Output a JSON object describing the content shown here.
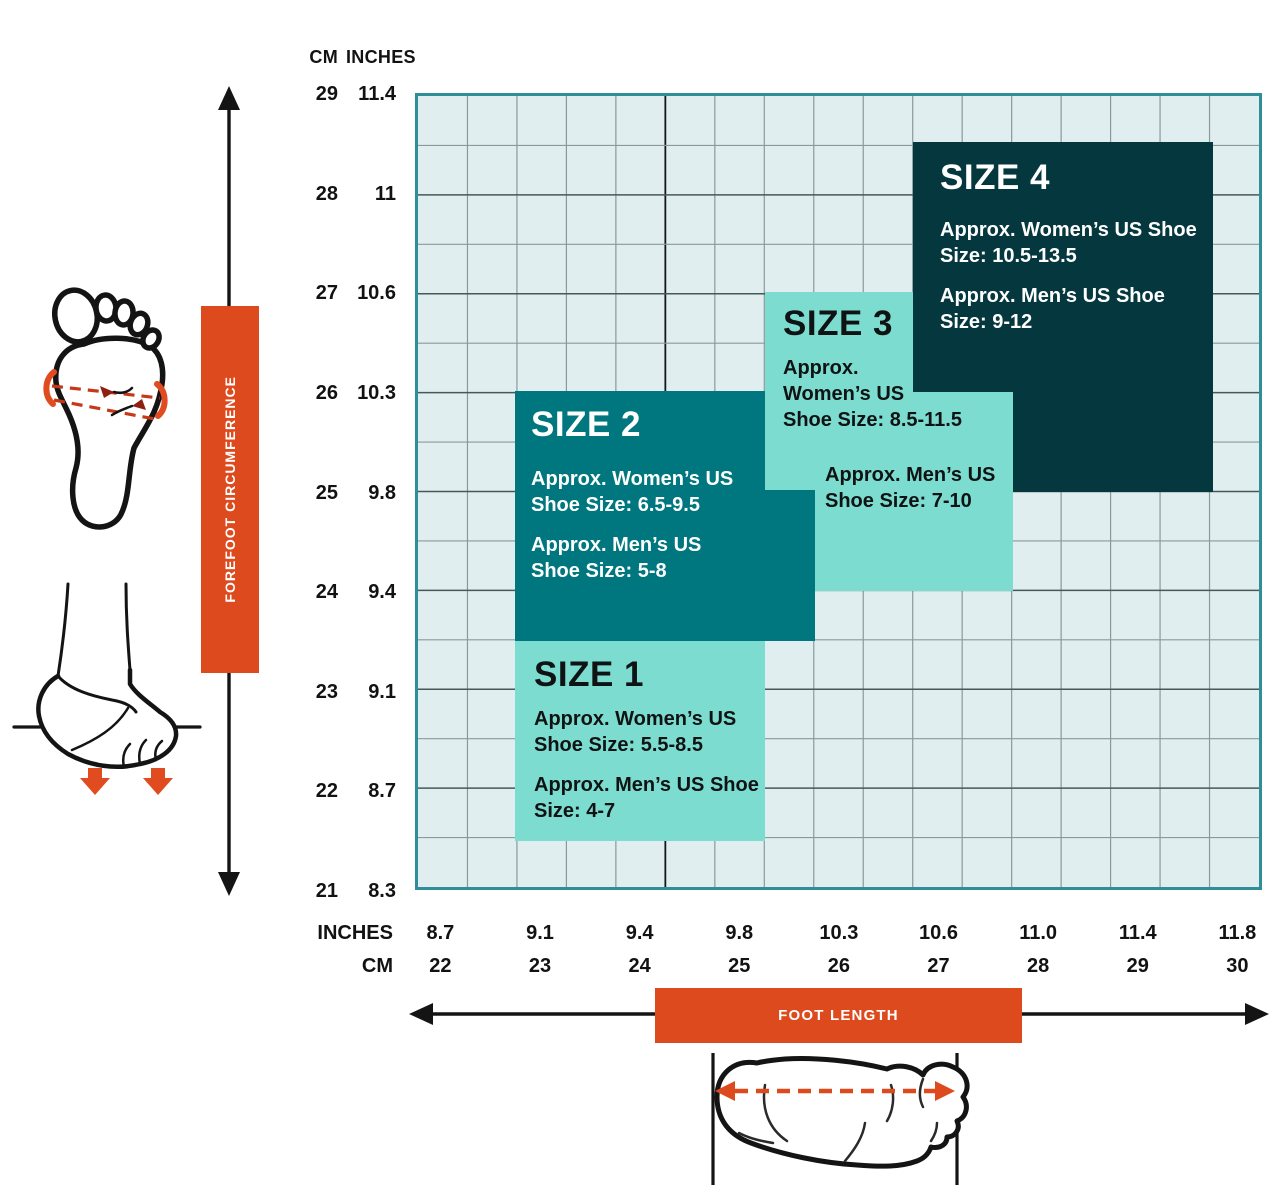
{
  "palette": {
    "accent_orange": "#dd4a1e",
    "zone_light_teal": "#7cdccf",
    "zone_medium_teal": "#00777f",
    "zone_dark_teal": "#05383e",
    "grid_background": "#e0eeef",
    "grid_border_teal": "#2e8e99",
    "gridline_minor": "#8a999b",
    "gridline_major": "#46585a"
  },
  "top_header": {
    "cm": "CM",
    "inches": "INCHES"
  },
  "x_axis_headers": {
    "inches": "INCHES",
    "cm": "CM"
  },
  "labels": {
    "left_axis": "FOREFOOT CIRCUMFERENCE",
    "bottom_axis": "FOOT LENGTH"
  },
  "chart_data": {
    "type": "heatmap",
    "xlabel": "FOOT LENGTH",
    "ylabel": "FOREFOOT CIRCUMFERENCE",
    "x_range_cm": [
      21.75,
      30.25
    ],
    "y_range_cm": [
      21,
      29
    ],
    "grid_step_cm": 0.5,
    "legend_position": "none",
    "grid": "on",
    "y_ticks": [
      {
        "cm": "29",
        "inches": "11.4"
      },
      {
        "cm": "28",
        "inches": "11"
      },
      {
        "cm": "27",
        "inches": "10.6"
      },
      {
        "cm": "26",
        "inches": "10.3"
      },
      {
        "cm": "25",
        "inches": "9.8"
      },
      {
        "cm": "24",
        "inches": "9.4"
      },
      {
        "cm": "23",
        "inches": "9.1"
      },
      {
        "cm": "22",
        "inches": "8.7"
      },
      {
        "cm": "21",
        "inches": "8.3"
      }
    ],
    "x_ticks": [
      {
        "inches": "8.7",
        "cm": "22"
      },
      {
        "inches": "9.1",
        "cm": "23"
      },
      {
        "inches": "9.4",
        "cm": "24"
      },
      {
        "inches": "9.8",
        "cm": "25"
      },
      {
        "inches": "10.3",
        "cm": "26"
      },
      {
        "inches": "10.6",
        "cm": "27"
      },
      {
        "inches": "11.0",
        "cm": "28"
      },
      {
        "inches": "11.4",
        "cm": "29"
      },
      {
        "inches": "11.8",
        "cm": "30"
      }
    ],
    "zones": [
      {
        "id": "size1",
        "title": "SIZE 1",
        "women": "Approx. Women’s US\nShoe Size: 5.5-8.5",
        "men": "Approx. Men’s US Shoe\nSize: 4-7",
        "color": "#7cdccf",
        "text_color": "#101314",
        "regions": [
          {
            "length_cm": [
              22.75,
              25.25
            ],
            "circumference_cm": [
              21.5,
              23.5
            ]
          }
        ]
      },
      {
        "id": "size2",
        "title": "SIZE 2",
        "women": "Approx. Women’s US\nShoe Size: 6.5-9.5",
        "men": "Approx. Men’s US\nShoe Size: 5-8",
        "color": "#00777f",
        "text_color": "#ffffff",
        "regions": [
          {
            "length_cm": [
              22.75,
              25.25
            ],
            "circumference_cm": [
              23.5,
              26
            ]
          },
          {
            "length_cm": [
              25.25,
              25.75
            ],
            "circumference_cm": [
              23.5,
              25
            ]
          }
        ]
      },
      {
        "id": "size3",
        "title": "SIZE 3",
        "women": "Approx.\nWomen’s US\nShoe Size: 8.5-11.5",
        "men": "Approx. Men’s US\nShoe Size: 7-10",
        "color": "#7cdccf",
        "text_color": "#101314",
        "regions": [
          {
            "length_cm": [
              25.25,
              26.75
            ],
            "circumference_cm": [
              26,
              27
            ]
          },
          {
            "length_cm": [
              25.25,
              27.75
            ],
            "circumference_cm": [
              25,
              26
            ]
          },
          {
            "length_cm": [
              25.75,
              27.75
            ],
            "circumference_cm": [
              24,
              25
            ]
          }
        ]
      },
      {
        "id": "size4",
        "title": "SIZE 4",
        "women": "Approx. Women’s US Shoe\nSize: 10.5-13.5",
        "men": "Approx. Men’s US Shoe\nSize: 9-12",
        "color": "#05383e",
        "text_color": "#ffffff",
        "regions": [
          {
            "length_cm": [
              26.75,
              29.75
            ],
            "circumference_cm": [
              26,
              28.5
            ]
          },
          {
            "length_cm": [
              27.75,
              29.75
            ],
            "circumference_cm": [
              25,
              26
            ]
          }
        ]
      }
    ]
  }
}
